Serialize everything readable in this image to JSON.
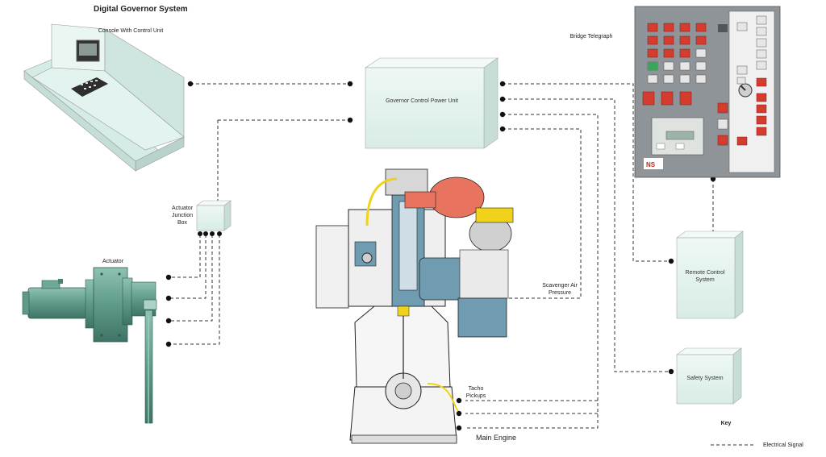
{
  "diagram": {
    "title": "Digital Governor System",
    "console_label": "Console With Control Unit",
    "bridge_telegraph_label": "Bridge Telegraph",
    "governor_unit_label": "Governor Control Power Unit",
    "actuator_junction_label": "Actuator Junction Box",
    "actuator_label": "Actuator",
    "remote_control_label": "Remote Control System",
    "safety_system_label": "Safety System",
    "scavenger_label": "Scavenger Air Pressure",
    "tacho_label": "Tacho Pickups",
    "main_engine_label": "Main Engine",
    "key_title": "Key",
    "key_signal_label": "Electrical Signal"
  },
  "colors": {
    "box_fill": "#e3f3ef",
    "box_side": "#c4dcd6",
    "actuator_green": "#6fa898",
    "panel_grey": "#8f9498",
    "button_red": "#d43c2e",
    "engine_orange": "#e8735e",
    "engine_blue": "#6f9cb1",
    "engine_yellow": "#f1d21b"
  },
  "icons": [
    "console-icon",
    "telegraph-panel-icon",
    "governor-box-icon",
    "junction-box-icon",
    "actuator-icon",
    "engine-icon",
    "remote-box-icon",
    "safety-box-icon"
  ]
}
